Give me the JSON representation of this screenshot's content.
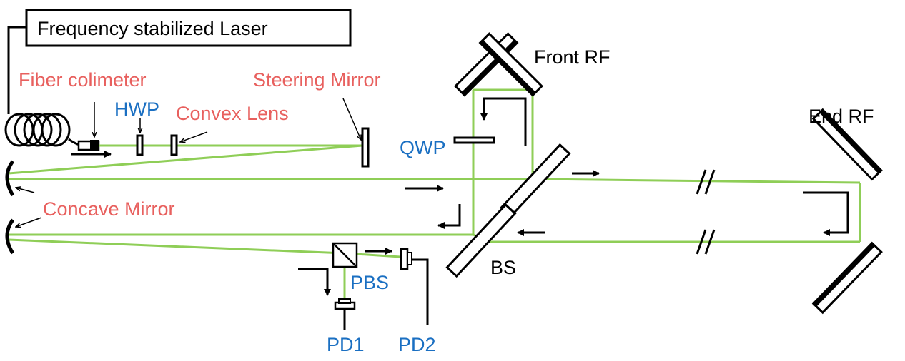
{
  "laser_label": "Frequency stabilized Laser",
  "labels": {
    "fiber_colimeter": "Fiber colimeter",
    "hwp": "HWP",
    "convex_lens": "Convex Lens",
    "steering_mirror": "Steering Mirror",
    "front_rf": "Front RF",
    "end_rf": "End RF",
    "qwp": "QWP",
    "concave_mirror": "Concave Mirror",
    "pbs": "PBS",
    "bs": "BS",
    "pd1": "PD1",
    "pd2": "PD2"
  },
  "colors": {
    "beam": "#8fce57",
    "component_label_red": "#e8605e",
    "component_label_blue": "#1a6fc2",
    "outline": "#000000"
  }
}
